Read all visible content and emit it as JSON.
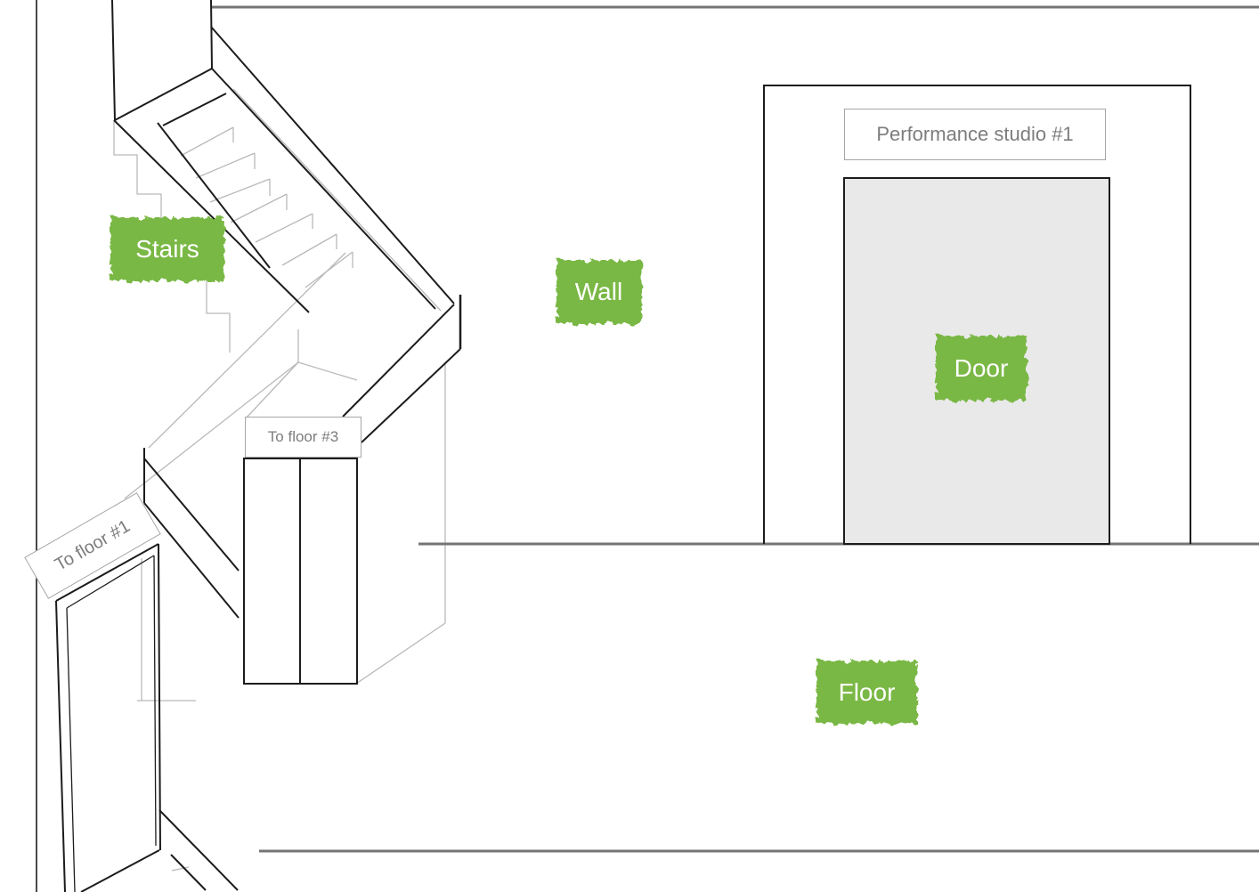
{
  "hotspots": {
    "stairs": {
      "label": "Stairs"
    },
    "wall": {
      "label": "Wall"
    },
    "door": {
      "label": "Door"
    },
    "floor": {
      "label": "Floor"
    }
  },
  "signs": {
    "performance_studio": {
      "text": "Performance studio #1"
    },
    "to_floor_3": {
      "text": "To floor #3"
    },
    "to_floor_1": {
      "text": "To floor #1"
    }
  },
  "colors": {
    "tag-green": "#7ab844",
    "tag-text": "#ffffff",
    "ink": "#1c1c1c",
    "mid-gray": "#757575",
    "faint-gray": "#b9b9b9",
    "door-fill": "#e9e9e9",
    "sign-border": "#a6a6a6",
    "sign-text": "#7d7d7d",
    "background": "#ffffff"
  }
}
